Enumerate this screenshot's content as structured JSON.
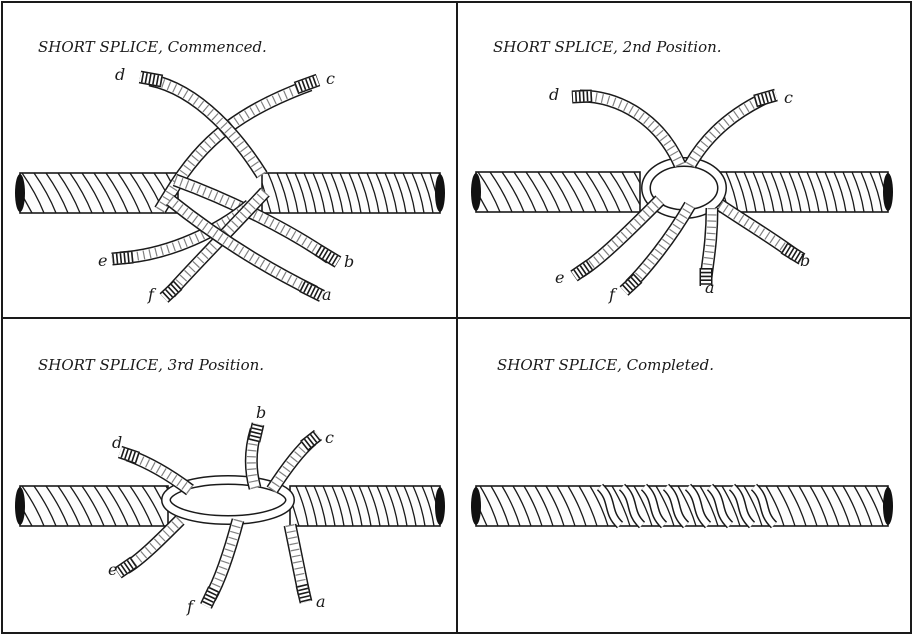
{
  "panels": [
    {
      "title": "SHORT SPLICE, Commenced.",
      "labels": {
        "a": "a",
        "b": "b",
        "c": "c",
        "d": "d",
        "e": "e",
        "f": "f"
      }
    },
    {
      "title": "SHORT SPLICE, 2nd Position.",
      "labels": {
        "a": "a",
        "b": "b",
        "c": "c",
        "d": "d",
        "e": "e",
        "f": "f"
      }
    },
    {
      "title": "SHORT SPLICE, 3rd Position.",
      "labels": {
        "a": "a",
        "b": "b",
        "c": "c",
        "d": "d",
        "e": "e",
        "f": "f"
      }
    },
    {
      "title": "SHORT SPLICE, Completed."
    }
  ]
}
